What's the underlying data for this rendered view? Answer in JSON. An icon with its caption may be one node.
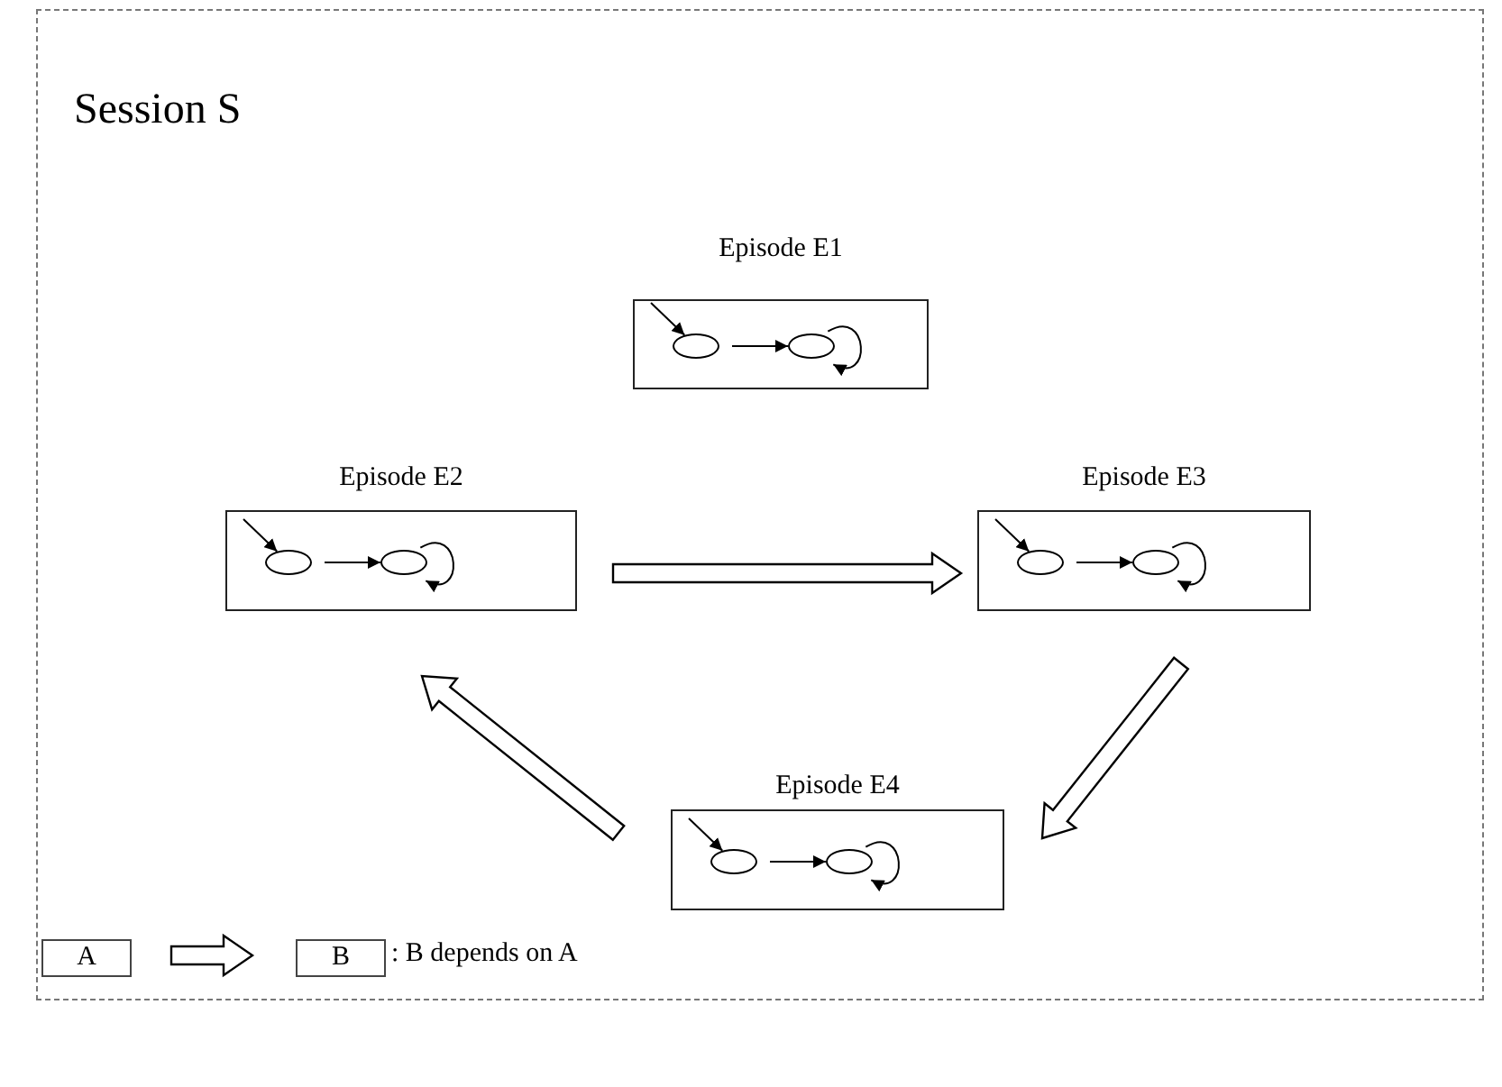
{
  "diagram": {
    "nodes": [
      {
        "text": [
          "Session S"
        ]
      },
      {
        "text": [
          "Episode E1"
        ],
        "in": 0
      },
      {
        "text": [],
        "shape": "circle",
        "in": 1
      },
      {
        "text": [],
        "shape": "circle",
        "in": 1
      },
      {
        "text": [
          "Episode E2"
        ],
        "in": 0
      },
      {
        "text": [],
        "shape": "circle",
        "in": 4
      },
      {
        "text": [],
        "shape": "circle",
        "in": 4
      },
      {
        "text": [
          "Episode E3"
        ],
        "in": 0
      },
      {
        "text": [],
        "shape": "circle",
        "in": 7
      },
      {
        "text": [],
        "shape": "circle",
        "in": 7
      },
      {
        "text": [
          "Episode E4"
        ],
        "in": 0
      },
      {
        "text": [],
        "shape": "circle",
        "in": 10
      },
      {
        "text": [],
        "shape": "circle",
        "in": 10
      },
      {
        "text": [
          "A"
        ],
        "in": 0
      },
      {
        "text": [
          "B"
        ],
        "in": 0
      }
    ],
    "edges": [
      {
        "from": null,
        "to": 2,
        "arrow": "to"
      },
      {
        "from": 2,
        "to": 3,
        "arrow": "to"
      },
      {
        "from": 3,
        "to": 3,
        "arrow": "to"
      },
      {
        "from": null,
        "to": 5,
        "arrow": "to"
      },
      {
        "from": 5,
        "to": 6,
        "arrow": "to"
      },
      {
        "from": 6,
        "to": 6,
        "arrow": "to"
      },
      {
        "from": null,
        "to": 8,
        "arrow": "to"
      },
      {
        "from": 8,
        "to": 9,
        "arrow": "to"
      },
      {
        "from": 9,
        "to": 9,
        "arrow": "to"
      },
      {
        "from": null,
        "to": 11,
        "arrow": "to"
      },
      {
        "from": 11,
        "to": 12,
        "arrow": "to"
      },
      {
        "from": 12,
        "to": 12,
        "arrow": "to"
      },
      {
        "from": 4,
        "to": 7,
        "arrow": "to",
        "style": "thick"
      },
      {
        "from": 7,
        "to": 10,
        "arrow": "to",
        "style": "thick"
      },
      {
        "from": 10,
        "to": 4,
        "arrow": "to",
        "style": "thick"
      },
      {
        "from": 13,
        "to": 14,
        "arrow": "to",
        "style": "thick"
      }
    ],
    "labels": [
      ": B depends on A"
    ]
  }
}
